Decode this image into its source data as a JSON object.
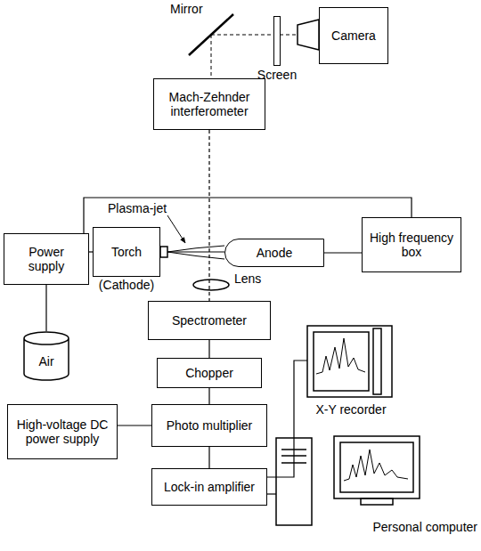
{
  "diagram": {
    "nodes": [
      {
        "text": [
          "Screen"
        ]
      },
      {
        "text": [
          "Camera"
        ]
      },
      {
        "text": [
          "Mach-Zehnder interferometer"
        ]
      },
      {
        "text": [
          "Power supply"
        ]
      },
      {
        "text": [
          "Torch",
          "(Cathode)"
        ]
      },
      {
        "text": [
          "Anode"
        ]
      },
      {
        "text": [
          "High frequency box"
        ]
      },
      {
        "text": [
          "Air"
        ]
      },
      {
        "text": [
          "Spectrometer"
        ]
      },
      {
        "text": [
          "X-Y recorder"
        ]
      },
      {
        "text": [
          "Chopper"
        ]
      },
      {
        "text": [
          "High-voltage DC power supply"
        ]
      },
      {
        "text": [
          "Photo multiplier"
        ]
      },
      {
        "text": [
          "Lock-in amplifier"
        ]
      },
      {
        "text": [
          "Personal computer"
        ]
      }
    ],
    "edges": [
      {
        "from": 3,
        "to": 6,
        "arrow": "none"
      },
      {
        "from": 3,
        "to": 4,
        "arrow": "none"
      },
      {
        "from": 3,
        "to": 7,
        "arrow": "none"
      },
      {
        "from": 5,
        "to": 6,
        "arrow": "none"
      },
      {
        "from": 2,
        "to": 8,
        "arrow": "none"
      },
      {
        "from": 8,
        "to": 10,
        "arrow": "none"
      },
      {
        "from": 10,
        "to": 12,
        "arrow": "none"
      },
      {
        "from": 12,
        "to": 13,
        "arrow": "none"
      },
      {
        "from": 11,
        "to": 12,
        "arrow": "none"
      },
      {
        "from": 13,
        "to": 9,
        "arrow": "none"
      },
      {
        "from": 13,
        "to": 14,
        "arrow": "none"
      }
    ],
    "labels": [
      "Mirror",
      "Plasma-jet",
      "Lens"
    ]
  }
}
